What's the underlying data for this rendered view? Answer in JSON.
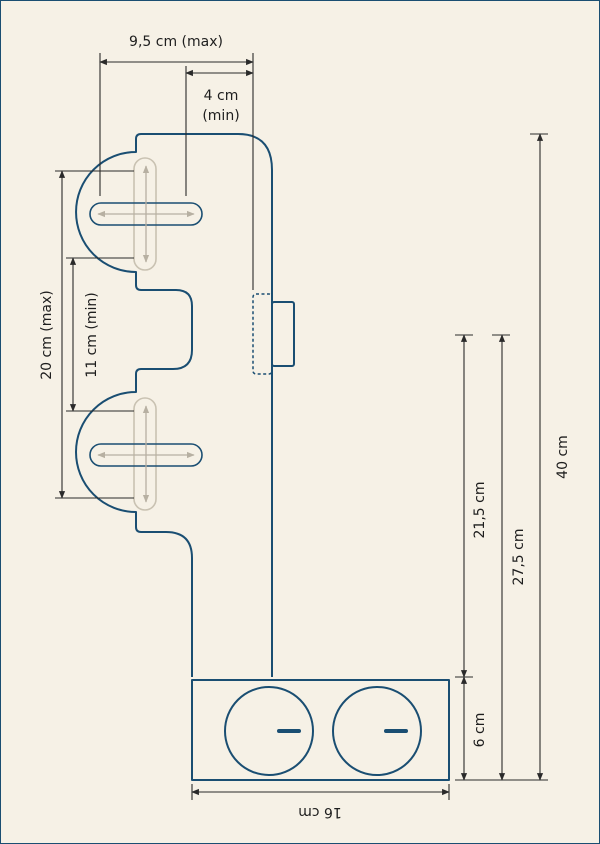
{
  "colors": {
    "background": "#f6f1e6",
    "outline": "#1a4e72",
    "dimension_line": "#2a2a2a",
    "guide_arrow": "#b7b0a2"
  },
  "dimensions": {
    "top_max": "9,5 cm (max)",
    "top_min_line1": "4 cm",
    "top_min_line2": "(min)",
    "vertical_max": "20 cm (max)",
    "vertical_min": "11 cm (min)",
    "total_height": "40 cm",
    "upper_height": "27,5 cm",
    "mid_height": "21,5 cm",
    "base_height": "6 cm",
    "base_width": "16 cm"
  },
  "icons": {
    "dial_left": "dial-knob-icon",
    "dial_right": "dial-knob-icon",
    "arrows": "cross-arrows-icon"
  }
}
